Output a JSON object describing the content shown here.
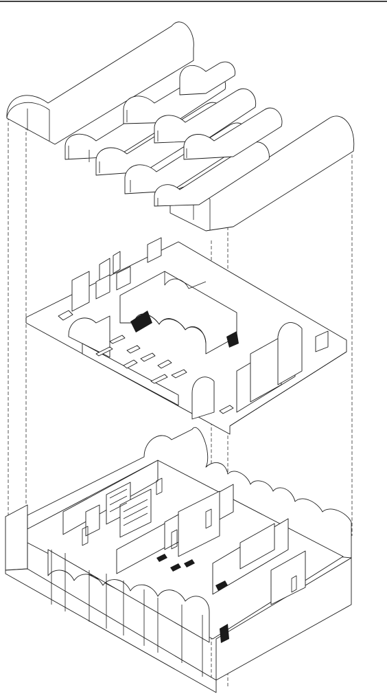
{
  "drawing": {
    "type": "exploded-axonometric",
    "layers": [
      "roof-vaults",
      "upper-floor",
      "ground-floor"
    ],
    "line_color": "#1a1a1a",
    "background": "#ffffff"
  }
}
